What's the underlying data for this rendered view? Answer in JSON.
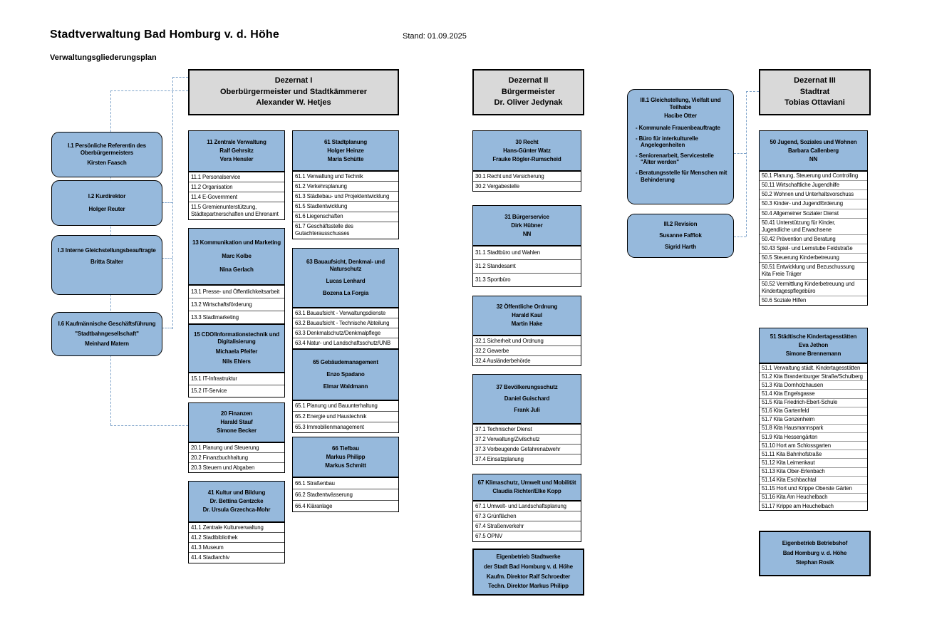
{
  "page": {
    "title": "Stadtverwaltung Bad Homburg v. d. Höhe",
    "stand": "Stand: 01.09.2025",
    "subtitle": "Verwaltungsgliederungsplan"
  },
  "colors": {
    "box_blue": "#96b9dc",
    "box_gray": "#d9d9d9",
    "connector": "#7da2c9"
  },
  "dezernate": [
    {
      "key": "dez1",
      "name": "Dezernat I",
      "role": "Oberbürgermeister und Stadtkämmerer",
      "head": "Alexander W. Hetjes"
    },
    {
      "key": "dez2",
      "name": "Dezernat II",
      "role": "Bürgermeister",
      "head": "Dr. Oliver Jedynak"
    },
    {
      "key": "dez3",
      "name": "Dezernat III",
      "role": "Stadtrat",
      "head": "Tobias Ottaviani"
    }
  ],
  "side_boxes": [
    {
      "key": "I1",
      "lines": [
        "I.1 Persönliche Referentin des Oberbürgermeisters",
        "Kirsten Faasch"
      ]
    },
    {
      "key": "I2",
      "lines": [
        "I.2 Kurdirektor",
        "Holger Reuter"
      ]
    },
    {
      "key": "I3",
      "lines": [
        "I.3 Interne Gleichstellungsbeauftragte",
        "Britta Stalter"
      ]
    },
    {
      "key": "I6",
      "lines": [
        "I.6 Kaufmännische Geschäftsführung",
        "\"Stadtbahngesellschaft\"",
        "Meinhard Matern"
      ]
    }
  ],
  "group_boxes": [
    {
      "key": "III1",
      "lines": [
        "III.1 Gleichstellung, Vielfalt und Teilhabe",
        "Hacibe Otter"
      ],
      "bullets": [
        "Kommunale Frauenbeauftragte",
        "Büro für interkulturelle Angelegenheiten",
        "Seniorenarbeit, Servicestelle \"Älter werden\"",
        "Beratungsstelle für Menschen mit Behinderung"
      ]
    },
    {
      "key": "III2",
      "lines": [
        "III.2 Revision",
        "Susanne Fafflok",
        "Sigrid Harth"
      ],
      "bullets": []
    }
  ],
  "units": [
    {
      "key": "11",
      "title": "11 Zentrale Verwaltung",
      "leaders": [
        "Ralf Gehrsitz",
        "Vera Hensler"
      ],
      "items": [
        "11.1 Personalservice",
        "11.2 Organisation",
        "11.4 E-Government",
        "11.5 Gremienunterstützung, Städtepartnerschaften und Ehrenamt"
      ]
    },
    {
      "key": "13",
      "title": "13  Kommunikation und Marketing",
      "leaders": [
        "Marc Kolbe",
        "Nina Gerlach"
      ],
      "items": [
        "13.1 Presse- und Öffentlichkeitsarbeit",
        "13.2 Wirtschaftsförderung",
        "13.3 Stadtmarketing"
      ]
    },
    {
      "key": "15",
      "title": "15 CDO/Informationstechnik und Digitalisierung",
      "leaders": [
        "Michaela Pfeifer",
        "Nils Ehlers"
      ],
      "items": [
        "15.1 IT-Infrastruktur",
        "15.2 IT-Service"
      ]
    },
    {
      "key": "20",
      "title": "20 Finanzen",
      "leaders": [
        "Harald Stauf",
        "Simone Becker"
      ],
      "items": [
        "20.1 Planung und Steuerung",
        "20.2 Finanzbuchhaltung",
        "20.3 Steuern und Abgaben"
      ]
    },
    {
      "key": "41",
      "title": "41 Kultur und Bildung",
      "leaders": [
        "Dr. Bettina Gentzcke",
        "Dr. Ursula Grzechca-Mohr"
      ],
      "items": [
        "41.1 Zentrale Kulturverwaltung",
        "41.2 Stadtbibliothek",
        "41.3 Museum",
        "41.4 Stadtarchiv"
      ]
    },
    {
      "key": "61",
      "title": "61 Stadtplanung",
      "leaders": [
        "Holger Heinze",
        "Maria Schütte"
      ],
      "items": [
        "61.1 Verwaltung und Technik",
        "61.2 Verkehrsplanung",
        "61.3 Städtebau- und Projektentwicklung",
        "61.5 Stadtentwicklung",
        "61.6 Liegenschaften",
        "61.7 Geschäftsstelle des Gutachterausschusses"
      ]
    },
    {
      "key": "63",
      "title": "63 Bauaufsicht, Denkmal- und Naturschutz",
      "leaders": [
        "Lucas Lenhard",
        "Bozena La Forgia"
      ],
      "items": [
        "63.1 Bauaufsicht - Verwaltungsdienste",
        "63.2 Bauaufsicht - Technische Abteilung",
        "63.3 Denkmalschutz/Denkmalpflege",
        "63.4 Natur- und Landschaftsschutz/UNB"
      ]
    },
    {
      "key": "65",
      "title": "65 Gebäudemanagement",
      "leaders": [
        "Enzo Spadano",
        "Elmar Waldmann"
      ],
      "items": [
        "65.1 Planung und Bauunterhaltung",
        "65.2 Energie und Haustechnik",
        "65.3 Immobilienmanagement"
      ]
    },
    {
      "key": "66",
      "title": "66 Tiefbau",
      "leaders": [
        "Markus Philipp",
        "Markus Schmitt"
      ],
      "items": [
        "66.1 Straßenbau",
        "66.2 Stadtentwässerung",
        "66.4 Kläranlage"
      ]
    },
    {
      "key": "30",
      "title": "30 Recht",
      "leaders": [
        "Hans-Günter Watz",
        "Frauke Rögler-Rumscheid"
      ],
      "items": [
        "30.1 Recht und Versicherung",
        "30.2 Vergabestelle"
      ]
    },
    {
      "key": "31",
      "title": "31 Bürgerservice",
      "leaders": [
        "Dirk Hübner",
        "NN"
      ],
      "items": [
        "31.1 Stadtbüro und Wahlen",
        "31.2 Standesamt",
        "31.3 Sportbüro"
      ]
    },
    {
      "key": "32",
      "title": "32 Öffentliche Ordnung",
      "leaders": [
        "Harald Kaul",
        "Martin Hake"
      ],
      "items": [
        "32.1 Sicherheit und Ordnung",
        "32.2 Gewerbe",
        "32.4 Ausländerbehörde"
      ]
    },
    {
      "key": "37",
      "title": "37 Bevölkerungsschutz",
      "leaders": [
        "Daniel Guischard",
        "Frank Juli"
      ],
      "items": [
        "37.1 Technischer Dienst",
        "37.2 Verwaltung/Zivilschutz",
        "37.3 Vorbeugende Gefahrenabwehr",
        "37.4 Einsatzplanung"
      ]
    },
    {
      "key": "67",
      "title": "67 Klimaschutz, Umwelt und Mobilität",
      "leaders": [
        "Claudia Richter/Elke Kopp"
      ],
      "items": [
        "67.1 Umwelt- und Landschaftsplanung",
        "67.3 Grünflächen",
        "67.4 Straßenverkehr",
        "67.5 ÖPNV"
      ]
    },
    {
      "key": "50",
      "title": "50 Jugend, Soziales und Wohnen",
      "leaders": [
        "Barbara Callenberg",
        "NN"
      ],
      "items": [
        "50.1 Planung, Steuerung und Controlling",
        "50.11 Wirtschaftliche Jugendhilfe",
        "50.2 Wohnen und Unterhaltsvorschuss",
        "50.3 Kinder- und Jugendförderung",
        "50.4 Allgemeiner Sozialer Dienst",
        "50.41 Unterstützung für Kinder, Jugendliche und Erwachsene",
        "50.42 Prävention und Beratung",
        "50.43 Spiel- und Lernstube Feldstraße",
        "50.5 Steuerung Kinderbetreuung",
        "50.51 Entwicklung und Bezuschussung Kita Freie Träger",
        "50.52 Vermittlung Kinderbetreuung und Kindertagespflegebüro",
        "50.6 Soziale Hilfen"
      ]
    },
    {
      "key": "51",
      "title": "51 Städtische Kindertagesstätten",
      "leaders": [
        "Eva Jethon",
        "Simone Brennemann"
      ],
      "items": [
        "51.1 Verwaltung städt. Kindertagesstätten",
        "51.2 Kita Brandenburger Straße/Schulberg",
        "51.3 Kita Dornholzhausen",
        "51.4 Kita Engelsgasse",
        "51.5 Kita Friedrich-Ebert-Schule",
        "51.6 Kita Gartenfeld",
        "51.7 Kita Gonzenheim",
        "51.8 Kita Hausmannspark",
        "51.9 Kita Hessengärten",
        "51.10 Hort am Schlossgarten",
        "51.11 Kita Bahnhofstraße",
        "51.12 Kita Leimenkaut",
        "51.13 Kita Ober-Erlenbach",
        "51.14 Kita Eschbachtal",
        "51.15 Hort und Krippe Oberste Gärten",
        "51.16 Kita Am Heuchelbach",
        "51.17 Krippe am Heuchelbach"
      ]
    }
  ],
  "plain_boxes": [
    {
      "key": "stadtwerke",
      "lines": [
        "Eigenbetrieb Stadtwerke",
        "der Stadt Bad Homburg v. d. Höhe",
        "Kaufm. Direktor Ralf Schroedter",
        "Techn. Direktor Markus Philipp"
      ]
    },
    {
      "key": "betriebshof",
      "lines": [
        "Eigenbetrieb  Betriebshof",
        "Bad Homburg v.  d. Höhe",
        "Stephan Rosik"
      ]
    }
  ]
}
